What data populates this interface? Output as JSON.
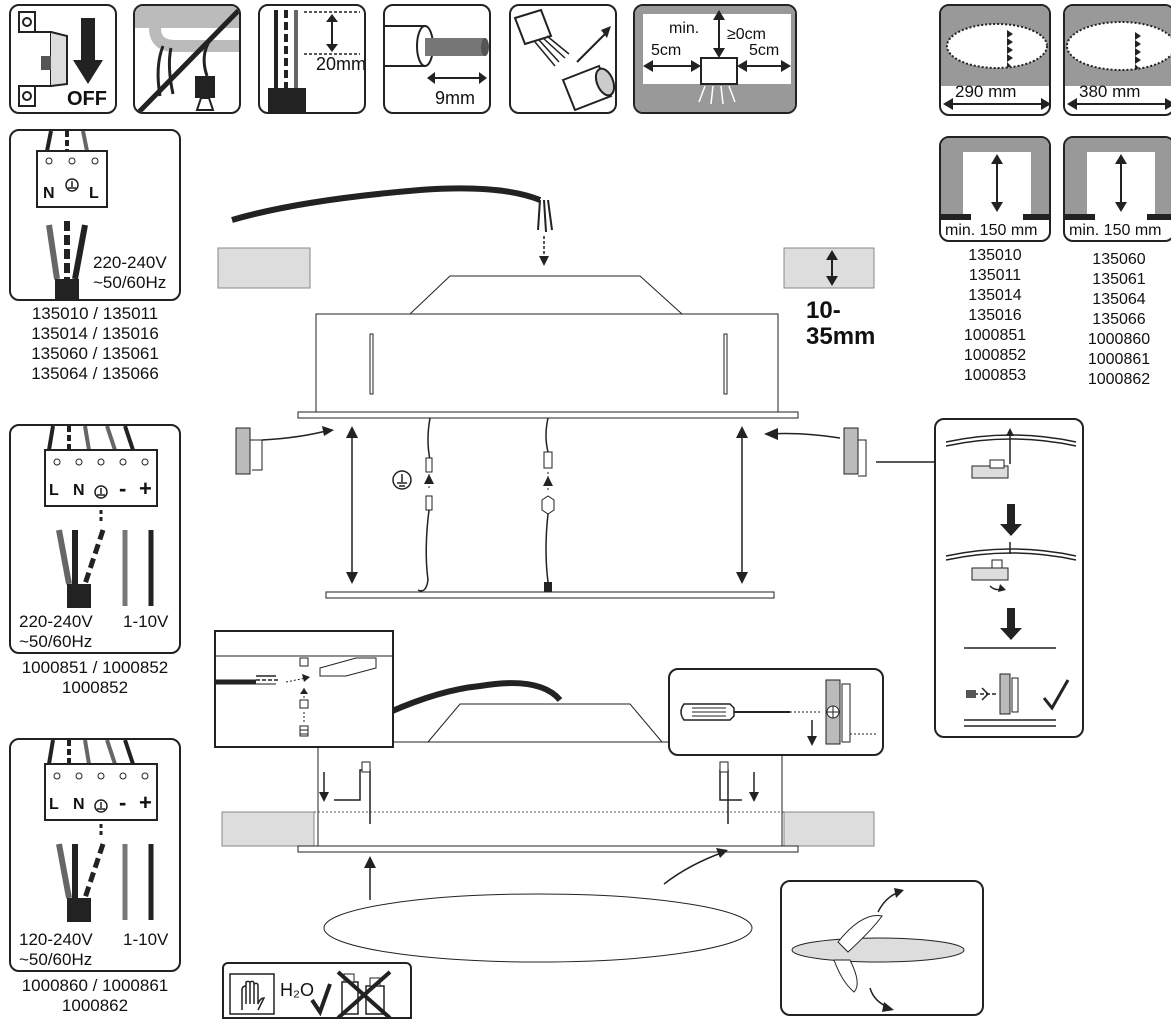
{
  "step_icons": {
    "off_label": "OFF",
    "strip_length": "20mm",
    "strip_wire": "9mm",
    "clearance_min": "min.",
    "clearance_top": "≥0cm",
    "clearance_left": "5cm",
    "clearance_right": "5cm"
  },
  "cutouts": {
    "small_diameter": "290 mm",
    "large_diameter": "380 mm",
    "small_depth": "min. 150 mm",
    "large_depth": "min. 150 mm",
    "small_models": [
      "135010",
      "135011",
      "135014",
      "135016",
      "1000851",
      "1000852",
      "1000853"
    ],
    "large_models": [
      "135060",
      "135061",
      "135064",
      "135066",
      "1000860",
      "1000861",
      "1000862"
    ]
  },
  "ceiling": {
    "thickness": "10-\n35mm"
  },
  "wiring_1": {
    "terminals": [
      "N",
      "L"
    ],
    "voltage": "220-240V",
    "freq": "~50/60Hz",
    "models": [
      "135010 / 135011",
      "135014 / 135016",
      "135060 / 135061",
      "135064 / 135066"
    ]
  },
  "wiring_2": {
    "terminals": [
      "L",
      "N",
      "-",
      "+"
    ],
    "voltage": "220-240V",
    "freq": "~50/60Hz",
    "dim": "1-10V",
    "models": [
      "1000851 / 1000852",
      "1000852"
    ]
  },
  "wiring_3": {
    "terminals": [
      "L",
      "N",
      "-",
      "+"
    ],
    "voltage": "120-240V",
    "freq": "~50/60Hz",
    "dim": "1-10V",
    "models": [
      "1000860 / 1000861",
      "1000862"
    ]
  },
  "cleaning": {
    "water": "H₂O"
  }
}
